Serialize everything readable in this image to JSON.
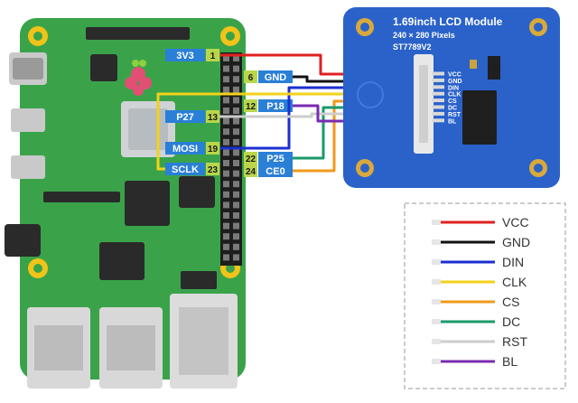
{
  "lcd": {
    "title": "1.69inch LCD Module",
    "resolution": "240 × 280 Pixels",
    "driver": "ST7789V2"
  },
  "pins": [
    {
      "label": "VCC",
      "color": "#e02020"
    },
    {
      "label": "GND",
      "color": "#111111"
    },
    {
      "label": "DIN",
      "color": "#1b2fd0"
    },
    {
      "label": "CLK",
      "color": "#f2d21a"
    },
    {
      "label": "CS",
      "color": "#f09a1a"
    },
    {
      "label": "DC",
      "color": "#1a9a6a"
    },
    {
      "label": "RST",
      "color": "#cccccc"
    },
    {
      "label": "BL",
      "color": "#7a2bb0"
    }
  ],
  "header_labels": [
    {
      "name": "3V3",
      "num": "1"
    },
    {
      "name": "GND",
      "num": "6"
    },
    {
      "name": "P27",
      "num": "13"
    },
    {
      "name": "P18",
      "num": "12"
    },
    {
      "name": "MOSI",
      "num": "19"
    },
    {
      "name": "P25",
      "num": "22"
    },
    {
      "name": "SCLK",
      "num": "23"
    },
    {
      "name": "CE0",
      "num": "24"
    }
  ],
  "colors": {
    "board_green": "#3aa34a",
    "lcd_blue": "#2a62c9",
    "label_blue": "#2a7fd6",
    "pin_num_green": "#b9d64a",
    "legend_border": "#bbbbbb"
  }
}
